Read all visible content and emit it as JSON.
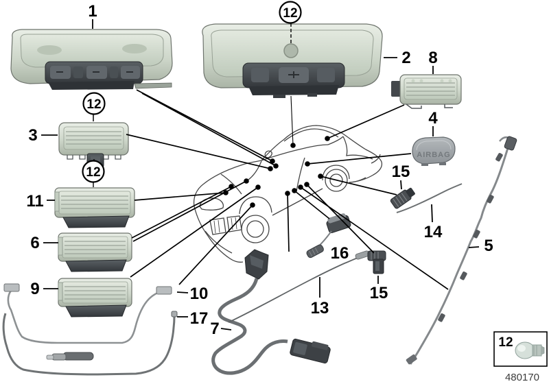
{
  "figure": {
    "doc_number": "480170",
    "airbag_badge_text": "AIRBAG",
    "callouts": {
      "n1": "1",
      "n2": "2",
      "n3": "3",
      "n4": "4",
      "n5": "5",
      "n6": "6",
      "n7": "7",
      "n8": "8",
      "n9": "9",
      "n10": "10",
      "n11": "11",
      "n12": "12",
      "n13": "13",
      "n14": "14",
      "n15": "15",
      "n16": "16",
      "n17": "17"
    },
    "colors": {
      "leader_line": "#000000",
      "part_shell_light": "#d7dfd3",
      "part_panel_dark": "#3e4246",
      "cable_gray": "#7c8083",
      "background": "#ffffff"
    }
  }
}
